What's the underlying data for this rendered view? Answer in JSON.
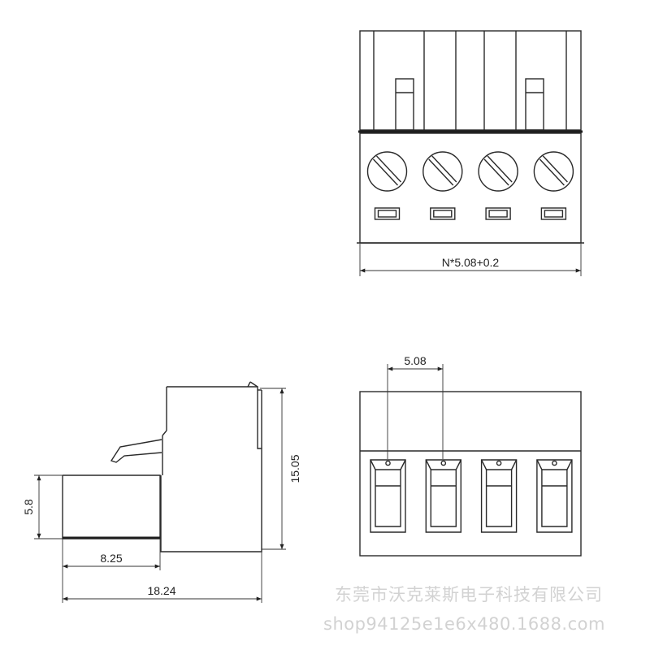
{
  "dimensions": {
    "overall_width": "N*5.08+0.2",
    "pitch": "5.08",
    "height": "15.05",
    "plug_height": "5.8",
    "plug_depth": "8.25",
    "total_depth": "18.24"
  },
  "watermark": {
    "company": "东莞市沃克莱斯电子科技有限公司",
    "shop_url": "shop94125e1e6x480.1688.com"
  },
  "pole_count": 4
}
